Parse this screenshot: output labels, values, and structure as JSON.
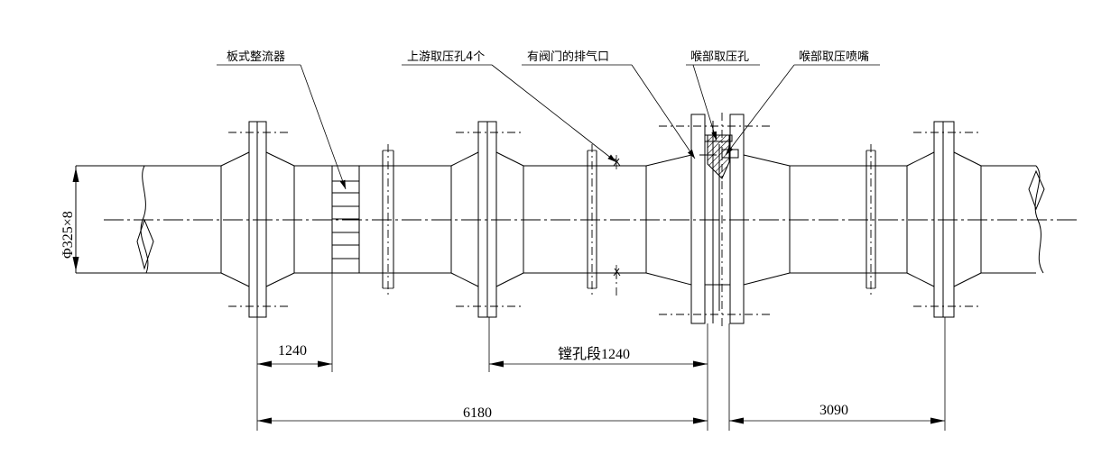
{
  "labels": {
    "plate_straightener": "板式整流器",
    "upstream_taps": "上游取压孔4个",
    "vent_with_valve": "有阀门的排气口",
    "throat_tap": "喉部取压孔",
    "throat_nozzle": "喉部取压喷嘴"
  },
  "dimensions": {
    "pipe_spec": "Φ325×8",
    "d1240": "1240",
    "bore_section": "镗孔段1240",
    "d6180": "6180",
    "d3090": "3090"
  }
}
